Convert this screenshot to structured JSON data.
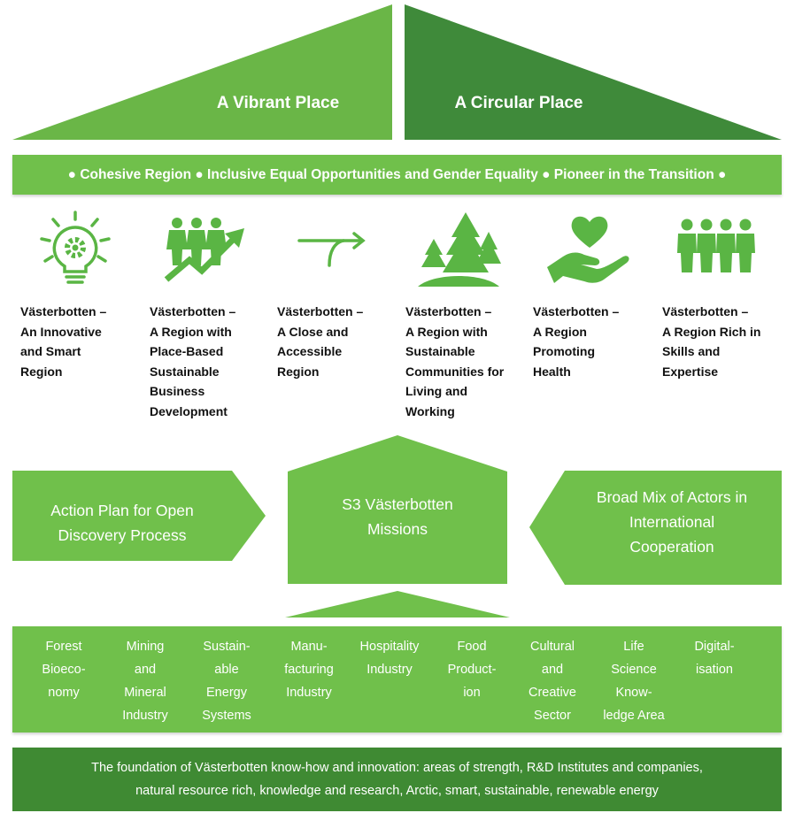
{
  "roof": {
    "left_label": "A Vibrant Place",
    "right_label": "A Circular Place",
    "left_color": "#6ab647",
    "right_color": "#3f8a3a"
  },
  "banner": {
    "text": "● Cohesive Region ● Inclusive Equal Opportunities and Gender Equality ● Pioneer in the Transition ●"
  },
  "pillars": [
    {
      "icon": "lightbulb-gear-icon",
      "lines": [
        "Västerbotten –",
        "An Innovative",
        "and Smart",
        "Region"
      ]
    },
    {
      "icon": "people-growth-arrow-icon",
      "lines": [
        "Västerbotten –",
        "A Region with",
        "Place-Based",
        "Sustainable",
        "Business",
        "Development"
      ]
    },
    {
      "icon": "curved-arrow-icon",
      "lines": [
        "Västerbotten –",
        "A Close and",
        "Accessible",
        "Region"
      ]
    },
    {
      "icon": "trees-icon",
      "lines": [
        "Västerbotten –",
        "A Region with",
        "Sustainable",
        "Communities for",
        "Living and",
        "Working"
      ]
    },
    {
      "icon": "hand-heart-icon",
      "lines": [
        "Västerbotten –",
        "A Region",
        "Promoting",
        "Health"
      ]
    },
    {
      "icon": "people-group-icon",
      "lines": [
        "Västerbotten –",
        "A Region Rich in",
        "Skills and",
        "Expertise"
      ]
    }
  ],
  "middle": {
    "left_lines": [
      "Action Plan for Open",
      "Discovery Process"
    ],
    "center_lines": [
      "S3 Västerbotten",
      "Missions"
    ],
    "right_lines": [
      "Broad Mix of Actors in",
      "International",
      "Cooperation"
    ]
  },
  "sectors": [
    {
      "lines": [
        "Forest",
        "Bioeco-",
        "nomy"
      ]
    },
    {
      "lines": [
        "Mining",
        "and",
        "Mineral",
        "Industry"
      ]
    },
    {
      "lines": [
        "Sustain-",
        "able",
        "Energy",
        "Systems"
      ]
    },
    {
      "lines": [
        "Manu-",
        "facturing",
        "Industry"
      ]
    },
    {
      "lines": [
        "Hospitality",
        "Industry"
      ]
    },
    {
      "lines": [
        "Food",
        "Product-",
        "ion"
      ]
    },
    {
      "lines": [
        "Cultural",
        "and",
        "Creative",
        "Sector"
      ]
    },
    {
      "lines": [
        "Life",
        "Science",
        "Know-",
        "ledge Area"
      ]
    },
    {
      "lines": [
        "Digital-",
        "isation"
      ]
    }
  ],
  "foundation": {
    "lines": [
      "The foundation of Västerbotten know-how and innovation: areas of strength, R&D Institutes and companies,",
      "natural resource rich, knowledge and research, Arctic, smart, sustainable, renewable energy"
    ]
  },
  "colors": {
    "light_green": "#70c04b",
    "dark_green": "#3f8a33",
    "icon_green": "#5ab544"
  }
}
